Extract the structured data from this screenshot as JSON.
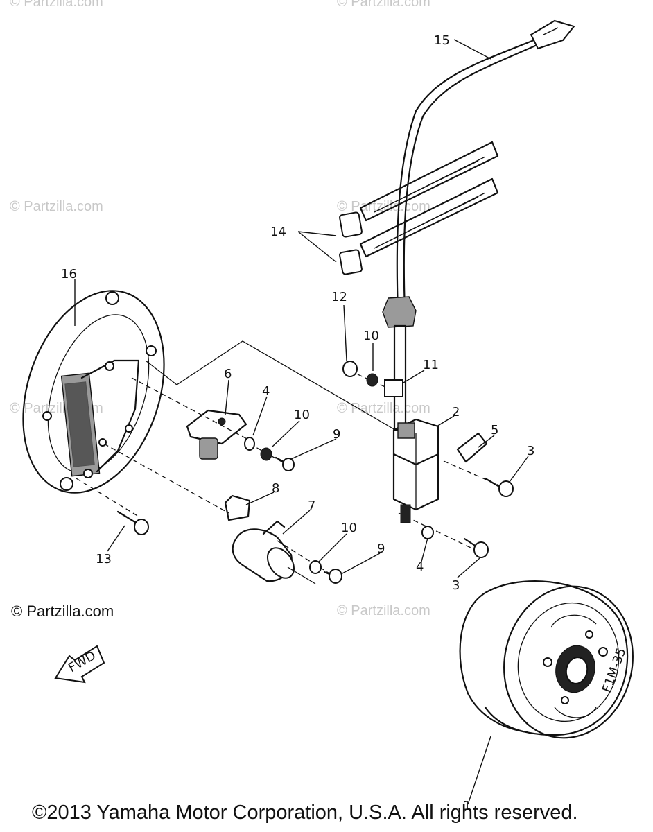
{
  "watermarks": [
    "© Partzilla.com",
    "© Partzilla.com",
    "© Partzilla.com",
    "© Partzilla.com",
    "© Partzilla.com",
    "© Partzilla.com",
    "© Partzilla.com"
  ],
  "copyright_inline": "© Partzilla.com",
  "copyright_footer": "©2013 Yamaha Motor Corporation, U.S.A. All rights reserved.",
  "fwd_label": "FWD",
  "callouts": [
    "1",
    "2",
    "3",
    "3",
    "4",
    "4",
    "5",
    "6",
    "7",
    "8",
    "9",
    "9",
    "10",
    "10",
    "10",
    "11",
    "12",
    "13",
    "14",
    "15",
    "16"
  ],
  "rotor_mark": "F1M-35"
}
